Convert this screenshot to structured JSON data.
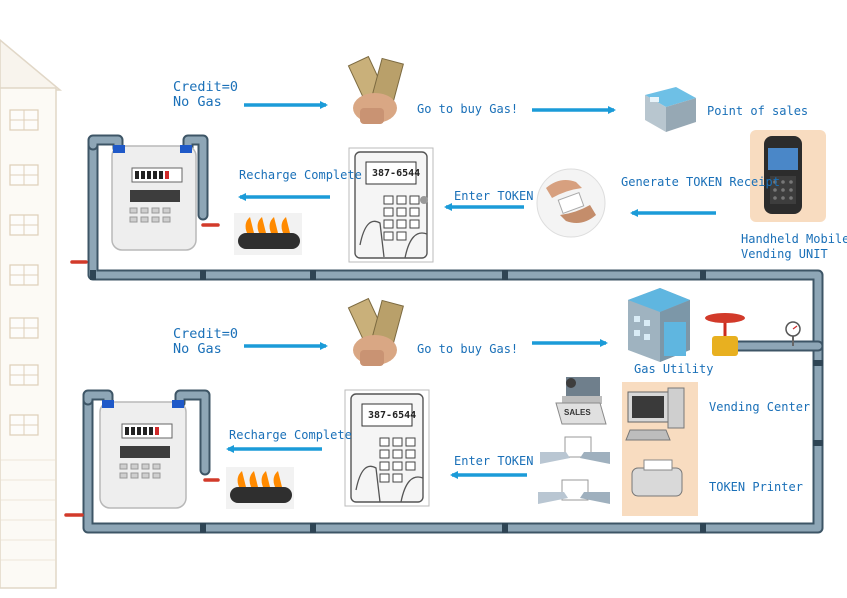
{
  "top_flow": {
    "status_label": "Credit=0",
    "status_label2": "No Gas",
    "buy_label": "Go to buy Gas!",
    "pos_label": "Point of sales",
    "generate_label": "Generate TOKEN Receipt",
    "handheld_label1": "Handheld Mobile",
    "handheld_label2": "Vending UNIT",
    "enter_label": "Enter TOKEN",
    "recharge_label": "Recharge Complete",
    "keypad_display": "387-6544"
  },
  "bottom_flow": {
    "status_label": "Credit=0",
    "status_label2": "No Gas",
    "buy_label": "Go to buy Gas!",
    "utility_label": "Gas Utility",
    "vending_center_label": "Vending Center",
    "printer_label": "TOKEN Printer",
    "sales_sign": "SALES",
    "enter_label": "Enter TOKEN",
    "recharge_label": "Recharge Complete",
    "keypad_display": "387-6544"
  },
  "colors": {
    "label_blue": "#1a70b8",
    "arrow_blue": "#1b9bd8",
    "pipe": "#7d95a6",
    "pipe_outline": "#3d5566",
    "valve_red": "#d23a2a",
    "panel_orange": "#f8dcc0"
  },
  "icons": [
    "building-icon",
    "money-hand-icon",
    "pos-terminal-icon",
    "handheld-icon",
    "token-handover-icon",
    "keypad-icon",
    "gas-meter-icon",
    "burner-flame-icon",
    "gas-utility-icon",
    "valve-icon",
    "pressure-gauge-icon",
    "sales-clerk-icon",
    "computer-icon",
    "printer-icon"
  ]
}
